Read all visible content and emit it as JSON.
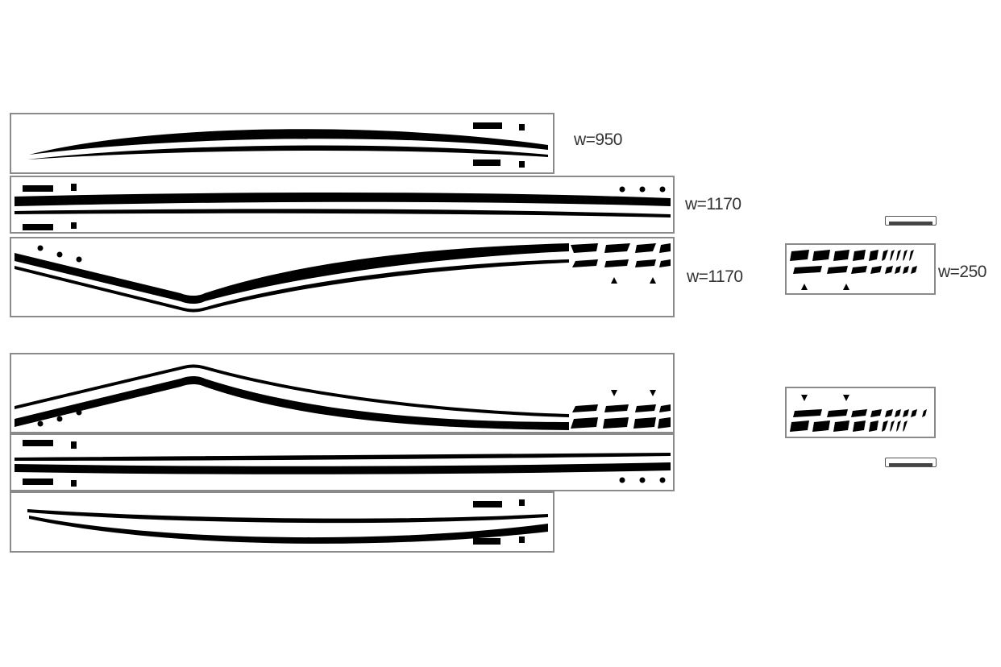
{
  "labels": {
    "top_strip_1": "w=950",
    "top_strip_2": "w=1170",
    "top_strip_3": "w=1170",
    "small_decal": "w=250"
  },
  "colors": {
    "stripe": "#000000",
    "border": "#8a8a8a",
    "label": "#333333",
    "background": "#ffffff"
  }
}
